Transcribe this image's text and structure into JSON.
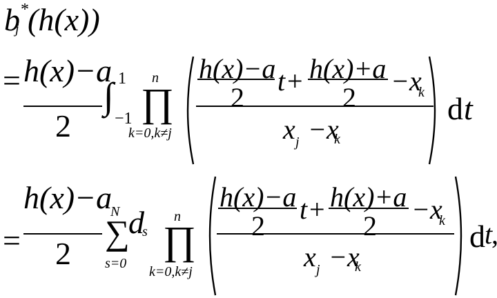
{
  "equation": {
    "lhs": {
      "symbol": "b",
      "superscript": "*",
      "subscript": "j",
      "argument": "(h(x))"
    },
    "line1": {
      "equals": "=",
      "coef_num": "h(x)−a",
      "coef_den": "2",
      "integral": "∫",
      "int_upper": "1",
      "int_lower": "−1",
      "prod": "∏",
      "prod_upper": "n",
      "prod_lower": "k=0,k≠j",
      "inner_num_a": "h(x)−a",
      "inner_den_a": "2",
      "t": "t",
      "plus": "+",
      "inner_num_b": "h(x)+a",
      "inner_den_b": "2",
      "minus_xk": "−x",
      "xk_sub": "k",
      "den_xj": "x",
      "den_j": "j",
      "den_minus": "−x",
      "den_k": "k",
      "differential": "dt",
      "d": "d",
      "dt_var": "t"
    },
    "line2": {
      "equals": "=",
      "coef_num": "h(x)−a",
      "coef_den": "2",
      "sum": "∑",
      "sum_upper": "N",
      "sum_lower": "s=0",
      "ds": "d",
      "ds_sub": "s",
      "prod": "∏",
      "prod_upper": "n",
      "prod_lower": "k=0,k≠j",
      "inner_num_a": "h(x)−a",
      "inner_den_a": "2",
      "t": "t",
      "plus": "+",
      "inner_num_b": "h(x)+a",
      "inner_den_b": "2",
      "minus_xk": "−x",
      "xk_sub": "k",
      "den_xj": "x",
      "den_j": "j",
      "den_minus": "−x",
      "den_k": "k",
      "d": "d",
      "dt_var": "t",
      "trailing": ","
    }
  }
}
